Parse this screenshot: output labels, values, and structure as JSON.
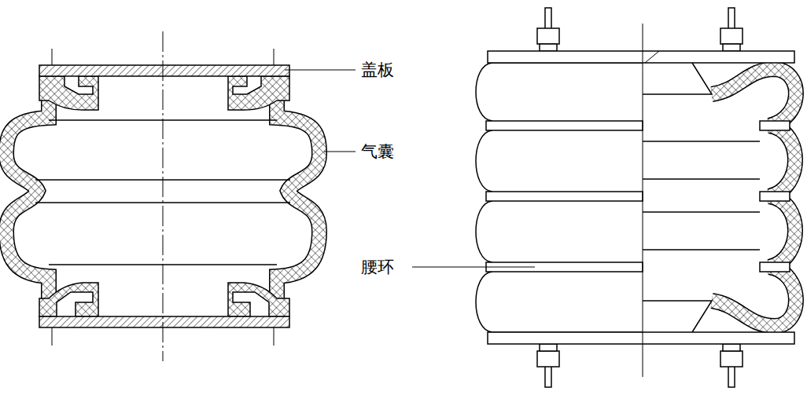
{
  "diagram": {
    "labels": [
      "盖板",
      "气囊",
      "腰环"
    ]
  }
}
